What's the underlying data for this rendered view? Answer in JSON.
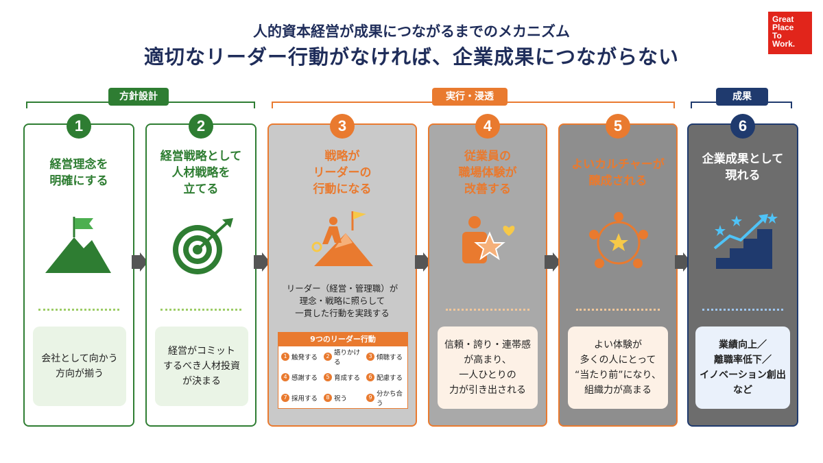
{
  "header": {
    "subtitle": "人的資本経営が成果につながるまでのメカニズム",
    "title": "適切なリーダー行動がなければ、企業成果につながらない"
  },
  "logo": {
    "lines": [
      "Great",
      "Place",
      "To",
      "Work."
    ]
  },
  "groups": [
    {
      "label": "方針設計",
      "color": "#2e7d32"
    },
    {
      "label": "実行・浸透",
      "color": "#e97a2f"
    },
    {
      "label": "成果",
      "color": "#1f3a6e"
    }
  ],
  "steps": [
    {
      "number": "1",
      "heading": "経営理念を\n明確にする",
      "result": "会社として向かう\n方向が揃う",
      "icon": "mountain-flag-icon"
    },
    {
      "number": "2",
      "heading": "経営戦略として\n人材戦略を\n立てる",
      "result": "経営がコミット\nするべき人材投資\nが決まる",
      "icon": "target-arrow-icon"
    },
    {
      "number": "3",
      "heading": "戦略が\nリーダーの\n行動になる",
      "description": "リーダー（経営・管理職）が\n理念・戦略に照らして\n一貫した行動を実践する",
      "icon": "leader-climbing-icon"
    },
    {
      "number": "4",
      "heading": "従業員の\n職場体験が\n改善する",
      "result": "信頼・誇り・連帯感\nが高まり、\n一人ひとりの\n力が引き出される",
      "icon": "employee-star-heart-icon"
    },
    {
      "number": "5",
      "heading": "よいカルチャーが\n醸成される",
      "result": "よい体験が\n多くの人にとって\n“当たり前”になり、\n組織力が高まる",
      "icon": "people-network-icon"
    },
    {
      "number": "6",
      "heading": "企業成果として\n現れる",
      "result": "業績向上／\n離職率低下／\nイノベーション創出\nなど",
      "icon": "growth-stairs-icon"
    }
  ],
  "leader_actions": {
    "title": "9つのリーダー行動",
    "items": [
      {
        "n": "1",
        "label": "触発する"
      },
      {
        "n": "2",
        "label": "語りかける"
      },
      {
        "n": "3",
        "label": "傾聴する"
      },
      {
        "n": "4",
        "label": "感謝する"
      },
      {
        "n": "5",
        "label": "育成する"
      },
      {
        "n": "6",
        "label": "配慮する"
      },
      {
        "n": "7",
        "label": "採用する"
      },
      {
        "n": "8",
        "label": "祝う"
      },
      {
        "n": "9",
        "label": "分かち合う"
      }
    ]
  },
  "colors": {
    "green": "#2e7d32",
    "orange": "#e97a2f",
    "navy": "#1f3a6e",
    "gray": "#9a9a9a",
    "red": "#e1251b"
  }
}
